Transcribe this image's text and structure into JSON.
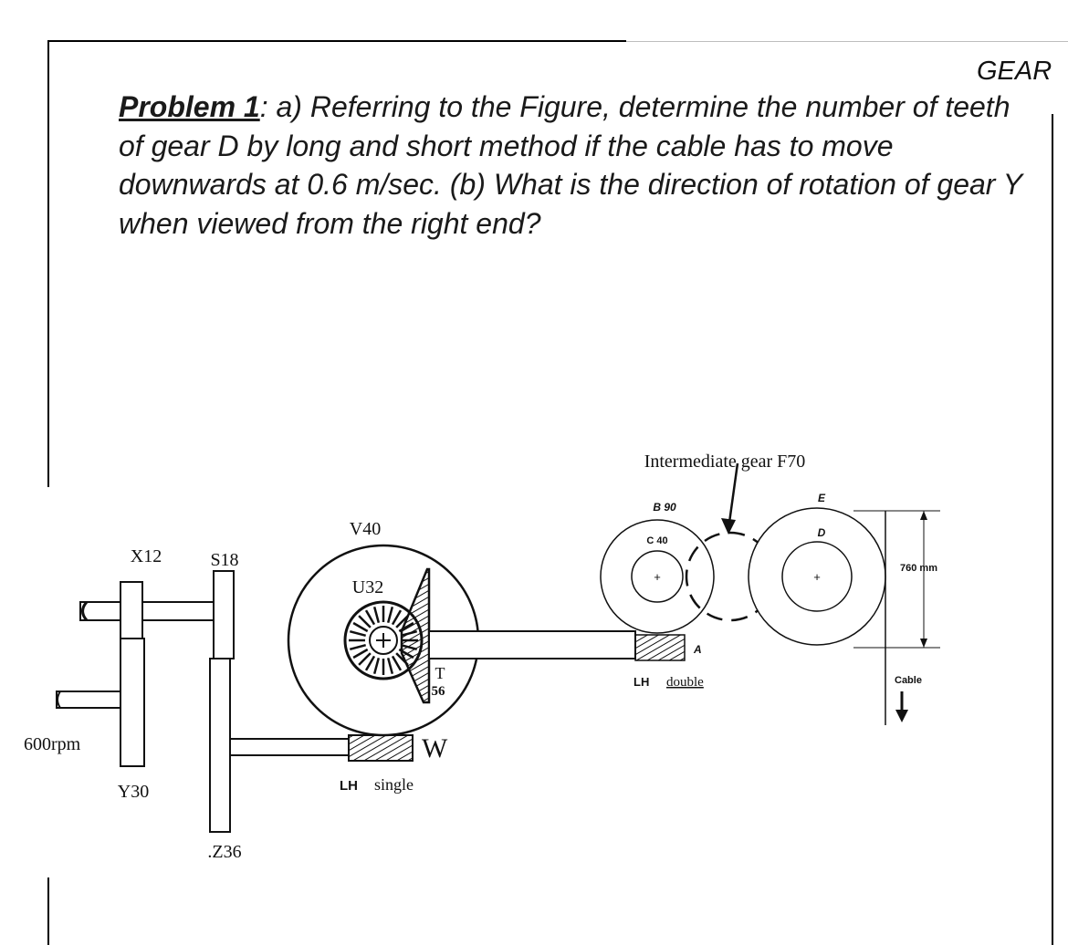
{
  "header": {
    "title": "GEAR"
  },
  "problem": {
    "label": "Problem 1",
    "text": ":  a) Referring to the Figure, determine the number of teeth of gear D by long and short method  if the cable has to move downwards at 0.6 m/sec. (b) What is the direction of rotation of gear Y when viewed from the right end?"
  },
  "figure": {
    "labels": {
      "x12": "X12",
      "s18": "S18",
      "v40": "V40",
      "u32": "U32",
      "t": "T",
      "t_teeth": "56",
      "w": "W",
      "w_hand": "LH",
      "w_type": "single",
      "rpm": "600rpm",
      "y30": "Y30",
      "z36": ".Z36",
      "intermediate": "Intermediate gear F70",
      "b90": "B 90",
      "c40": "C 40",
      "e": "E",
      "d": "D",
      "a": "A",
      "a_hand": "LH",
      "a_type": "double",
      "dimension": "760 mm",
      "cable": "Cable"
    }
  }
}
